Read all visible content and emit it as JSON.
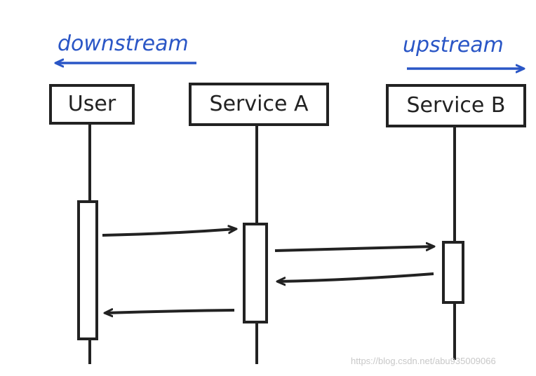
{
  "labels": {
    "downstream": "downstream",
    "upstream": "upstream"
  },
  "participants": [
    {
      "name": "User"
    },
    {
      "name": "Service A"
    },
    {
      "name": "Service B"
    }
  ],
  "colors": {
    "ink": "#222222",
    "annotation": "#2a56c6"
  },
  "watermark": "https://blog.csdn.net/abu935009066"
}
